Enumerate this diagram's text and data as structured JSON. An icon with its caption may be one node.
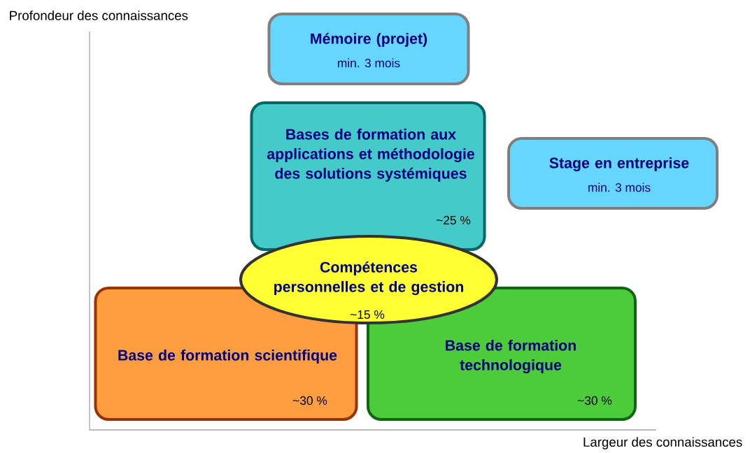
{
  "diagram": {
    "nodes": [
      {
        "text": [
          "Mémoire (projet)",
          "min. 3 mois"
        ]
      },
      {
        "text": [
          "Bases de formation aux applications et méthodologie des solutions systémiques",
          "~25 %"
        ]
      },
      {
        "text": [
          "Stage en entreprise",
          "min. 3 mois"
        ]
      },
      {
        "text": [
          "Base de formation scientifique",
          "~30 %"
        ]
      },
      {
        "text": [
          "Base de formation technologique",
          "~30 %"
        ]
      },
      {
        "text": [
          "Compétences personnelles et de gestion",
          "~15 %"
        ]
      }
    ],
    "labels": [
      "Profondeur des connaissances",
      "Largeur des connaissances"
    ]
  }
}
